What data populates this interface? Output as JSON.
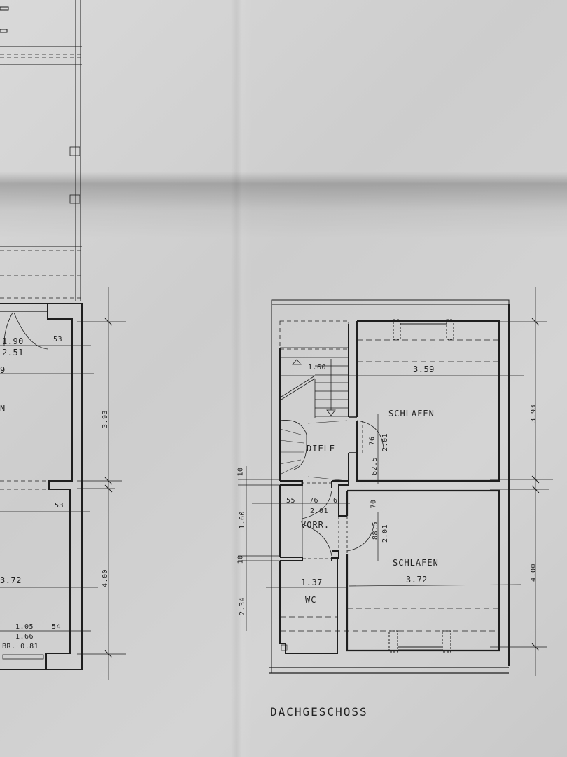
{
  "drawing": {
    "title": "DACHGESCHOSS",
    "colors": {
      "paper": "#cfcfcf",
      "ink": "#1e1e1e",
      "thin_ink": "#3a3a3a"
    }
  },
  "rooms": {
    "diele": {
      "label": "DIELE"
    },
    "vorraum": {
      "label": "VORR."
    },
    "wc": {
      "label": "WC",
      "width": "1.37"
    },
    "schlafen_top": {
      "label": "SCHLAFEN",
      "width": "3.59"
    },
    "schlafen_bottom": {
      "label": "SCHLAFEN",
      "width": "3.72"
    }
  },
  "dimensions": {
    "stair_width": "1.60",
    "door_top_width": "76",
    "door_top_height": "2.01",
    "sill_top": "62.5",
    "vorr_left": "55",
    "vorr_door": "76",
    "vorr_gap": "6",
    "vorr_door_height": "2.01",
    "door_bottom_offset": "70",
    "door_bottom_width": "88.5",
    "door_bottom_height": "2.01",
    "right_upper": "3.93",
    "right_lower": "4.00",
    "left_top_wall": "10",
    "left_mid": "1.60",
    "left_mid_wall": "10",
    "left_lower": "2.34"
  },
  "left_fragment": {
    "labels": {
      "dim_190": "1.90",
      "dim_251": "2.51",
      "dim_9": "9",
      "room_partial": "N",
      "dim_53_top": "53",
      "dim_53_bottom": "53",
      "dim_372": "3.72",
      "dim_105": "1.05",
      "dim_166": "1.66",
      "dim_54": "54",
      "window_br": "BR. 0.81",
      "right_upper": "3.93",
      "right_lower": "4.00"
    }
  }
}
